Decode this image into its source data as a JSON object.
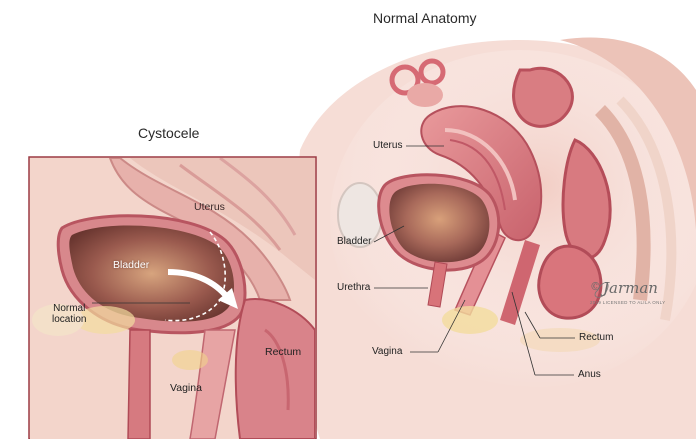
{
  "titles": {
    "main": "Normal Anatomy",
    "inset": "Cystocele"
  },
  "main_labels": {
    "uterus": "Uterus",
    "bladder": "Bladder",
    "urethra": "Urethra",
    "vagina": "Vagina",
    "rectum": "Rectum",
    "anus": "Anus"
  },
  "inset_labels": {
    "uterus": "Uterus",
    "bladder": "Bladder",
    "normal_location_line1": "Normal",
    "normal_location_line2": "location",
    "rectum": "Rectum",
    "vagina": "Vagina"
  },
  "signature": {
    "name": "Jarman",
    "copyright": "©",
    "year_license": "2019 LICENSED TO ALILA ONLY"
  },
  "colors": {
    "tissue_light": "#f3d2c8",
    "tissue_pink": "#e8a7a0",
    "organ_wall": "#d9737a",
    "organ_dark": "#b8505c",
    "bladder_inner": "#a8695a",
    "fat_yellow": "#f2dc9e",
    "inset_border": "#9c3a44",
    "label_line": "#333333"
  }
}
